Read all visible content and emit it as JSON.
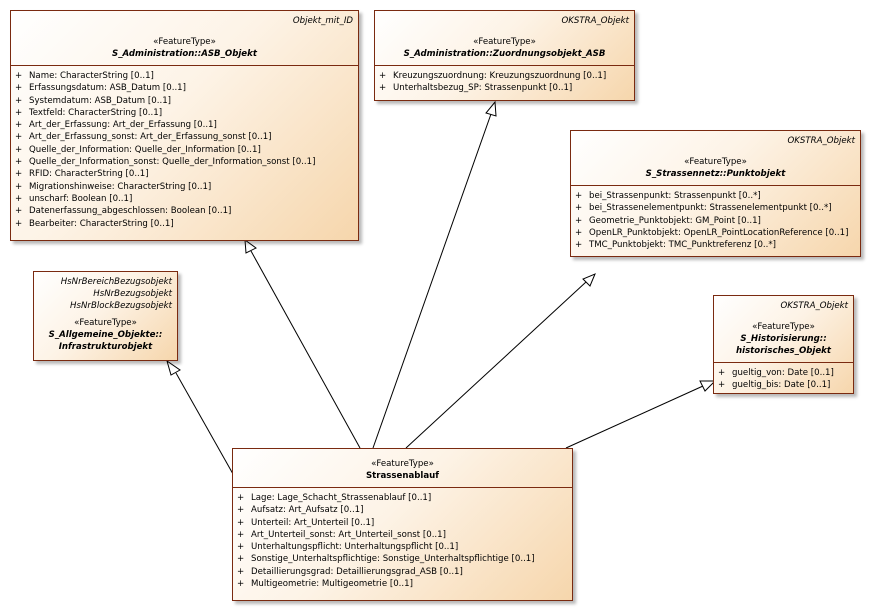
{
  "classes": {
    "asb_objekt": {
      "tag": "Objekt_mit_ID",
      "stereotype": "«FeatureType»",
      "name": "S_Administration::ASB_Objekt",
      "attributes": [
        "Name: CharacterString [0..1]",
        "Erfassungsdatum: ASB_Datum [0..1]",
        "Systemdatum: ASB_Datum [0..1]",
        "Textfeld: CharacterString [0..1]",
        "Art_der_Erfassung: Art_der_Erfassung [0..1]",
        "Art_der_Erfassung_sonst: Art_der_Erfassung_sonst [0..1]",
        "Quelle_der_Information: Quelle_der_Information [0..1]",
        "Quelle_der_Information_sonst: Quelle_der_Information_sonst [0..1]",
        "RFID: CharacterString [0..1]",
        "Migrationshinweise: CharacterString [0..1]",
        "unscharf: Boolean [0..1]",
        "Datenerfassung_abgeschlossen: Boolean [0..1]",
        "Bearbeiter: CharacterString [0..1]"
      ]
    },
    "zuordnung": {
      "tag": "OKSTRA_Objekt",
      "stereotype": "«FeatureType»",
      "name": "S_Administration::Zuordnungsobjekt_ASB",
      "attributes": [
        "Kreuzungszuordnung: Kreuzungszuordnung [0..1]",
        "Unterhaltsbezug_SP: Strassenpunkt [0..1]"
      ]
    },
    "punktobjekt": {
      "tag": "OKSTRA_Objekt",
      "stereotype": "«FeatureType»",
      "name": "S_Strassennetz::Punktobjekt",
      "attributes": [
        "bei_Strassenpunkt: Strassenpunkt [0..*]",
        "bei_Strassenelementpunkt: Strassenelementpunkt [0..*]",
        "Geometrie_Punktobjekt: GM_Point [0..1]",
        "OpenLR_Punktobjekt: OpenLR_PointLocationReference [0..1]",
        "TMC_Punktobjekt: TMC_Punktreferenz [0..*]"
      ]
    },
    "infrastruktur": {
      "tags": [
        "HsNrBereichBezugsobjekt",
        "HsNrBezugsobjekt",
        "HsNrBlockBezugsobjekt"
      ],
      "stereotype": "«FeatureType»",
      "name_line1": "S_Allgemeine_Objekte::",
      "name_line2": "Infrastrukturobjekt"
    },
    "historisch": {
      "tag": "OKSTRA_Objekt",
      "stereotype": "«FeatureType»",
      "name_line1": "S_Historisierung::",
      "name_line2": "historisches_Objekt",
      "attributes": [
        "gueltig_von: Date [0..1]",
        "gueltig_bis: Date [0..1]"
      ]
    },
    "strassenablauf": {
      "stereotype": "«FeatureType»",
      "name": "Strassenablauf",
      "attributes": [
        "Lage: Lage_Schacht_Strassenablauf [0..1]",
        "Aufsatz: Art_Aufsatz [0..1]",
        "Unterteil: Art_Unterteil [0..1]",
        "Art_Unterteil_sonst: Art_Unterteil_sonst [0..1]",
        "Unterhaltungspflicht: Unterhaltungspflicht [0..1]",
        "Sonstige_Unterhaltspflichtige: Sonstige_Unterhaltspflichtige [0..1]",
        "Detaillierungsgrad: Detaillierungsgrad_ASB [0..1]",
        "Multigeometrie: Multigeometrie [0..1]"
      ]
    }
  },
  "visibility_symbol": "+",
  "colors": {
    "border": "#7a2a10",
    "fill_start": "#ffffff",
    "fill_end": "#f6d6ac",
    "edge": "#000000"
  }
}
